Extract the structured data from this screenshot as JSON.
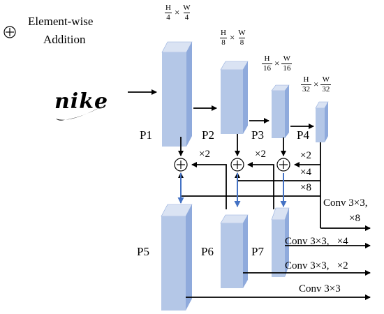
{
  "legend": {
    "symbol_icon": "circled-plus-icon",
    "text_line1": "Element-wise",
    "text_line2": "Addition"
  },
  "input_logo": "nike",
  "levels": {
    "P1": {
      "label": "P1",
      "num1": "H",
      "den1": "4",
      "times": "×",
      "num2": "W",
      "den2": "4"
    },
    "P2": {
      "label": "P2",
      "num1": "H",
      "den1": "8",
      "times": "×",
      "num2": "W",
      "den2": "8"
    },
    "P3": {
      "label": "P3",
      "num1": "H",
      "den1": "16",
      "times": "×",
      "num2": "W",
      "den2": "16"
    },
    "P4": {
      "label": "P4",
      "num1": "H",
      "den1": "32",
      "times": "×",
      "num2": "W",
      "den2": "32"
    }
  },
  "outputs": {
    "P5": "P5",
    "P6": "P6",
    "P7": "P7"
  },
  "upsample_labels": {
    "p2_to_p1": "×2",
    "p3_to_p2": "×2",
    "p4_to_p3": "×2",
    "p4_to_p2": "×4",
    "p4_to_p1": "×8"
  },
  "conv_labels": {
    "c1_line1": "Conv 3×3,",
    "c1_line2": "×8",
    "c2": "Conv 3×3,   ×4",
    "c3": "Conv 3×3,   ×2",
    "c4": "Conv 3×3"
  },
  "colors": {
    "block_front": "#b4c7e7",
    "block_side": "#8faadc",
    "block_top": "#dae3f3",
    "arrow_blue": "#4472c4"
  }
}
